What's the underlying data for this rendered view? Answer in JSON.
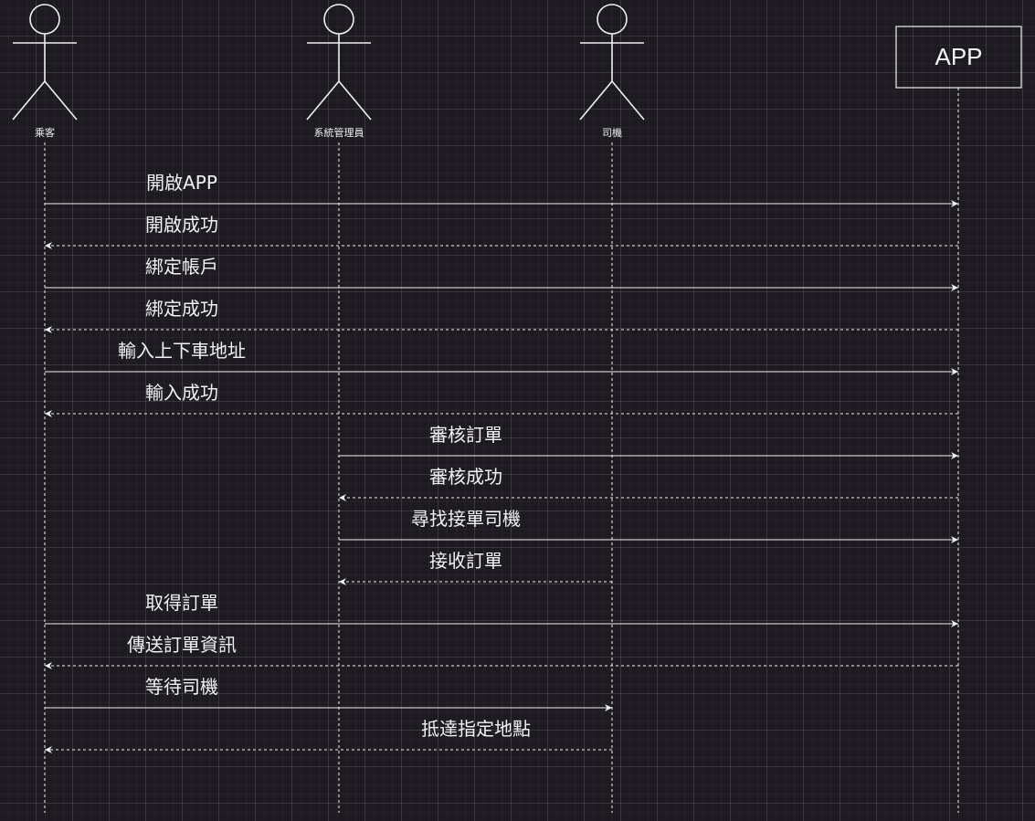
{
  "participants": [
    {
      "id": "passenger",
      "kind": "actor",
      "label": "乘客"
    },
    {
      "id": "admin",
      "kind": "actor",
      "label": "系統管理員"
    },
    {
      "id": "driver",
      "kind": "actor",
      "label": "司機"
    },
    {
      "id": "app",
      "kind": "box",
      "label": "APP"
    }
  ],
  "messages": [
    {
      "from": "passenger",
      "to": "app",
      "style": "solid",
      "label": "開啟APP"
    },
    {
      "from": "app",
      "to": "passenger",
      "style": "dashed",
      "label": "開啟成功"
    },
    {
      "from": "passenger",
      "to": "app",
      "style": "solid",
      "label": "綁定帳戶"
    },
    {
      "from": "app",
      "to": "passenger",
      "style": "dashed",
      "label": "綁定成功"
    },
    {
      "from": "passenger",
      "to": "app",
      "style": "solid",
      "label": "輸入上下車地址"
    },
    {
      "from": "app",
      "to": "passenger",
      "style": "dashed",
      "label": "輸入成功"
    },
    {
      "from": "admin",
      "to": "app",
      "style": "solid",
      "label": "審核訂單"
    },
    {
      "from": "app",
      "to": "admin",
      "style": "dashed",
      "label": "審核成功"
    },
    {
      "from": "admin",
      "to": "app",
      "style": "solid",
      "label": "尋找接單司機"
    },
    {
      "from": "driver",
      "to": "admin",
      "style": "dashed",
      "label": "接收訂單"
    },
    {
      "from": "passenger",
      "to": "app",
      "style": "solid",
      "label": "取得訂單"
    },
    {
      "from": "app",
      "to": "passenger",
      "style": "dashed",
      "label": "傳送訂單資訊"
    },
    {
      "from": "passenger",
      "to": "driver",
      "style": "solid",
      "label": "等待司機"
    },
    {
      "from": "driver",
      "to": "passenger",
      "style": "dashed",
      "label": "抵達指定地點"
    }
  ],
  "colors": {
    "background": "#1e1a22",
    "line": "#f0f0f0"
  }
}
